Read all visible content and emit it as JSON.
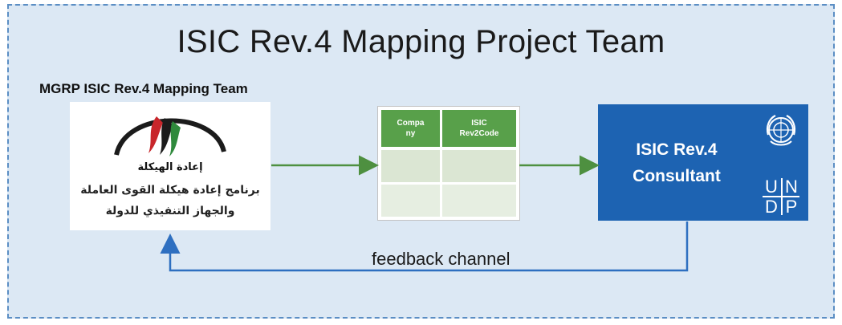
{
  "title": "ISIC Rev.4 Mapping Project Team",
  "team_label": "MGRP ISIC Rev.4 Mapping Team",
  "logo": {
    "icon": "mgrp-logo",
    "brand_text": "إعادة الهيكلة",
    "line1": "برنامج إعادة هيكلة القوى العاملة",
    "line2": "والجهاز التنفيذي للدولة"
  },
  "table": {
    "col1": "Compa\nny",
    "col2": "ISIC\nRev2Code"
  },
  "consultant": {
    "line1": "ISIC Rev.4",
    "line2": "Consultant",
    "logo_icon": "undp-logo",
    "undp_letters": [
      "U",
      "N",
      "D",
      "P"
    ]
  },
  "feedback_label": "feedback channel",
  "colors": {
    "background": "#dce8f4",
    "border": "#5b8ec4",
    "green_arrow": "#4e9040",
    "table_header": "#58a04a",
    "consultant_box": "#1d63b2",
    "feedback_line": "#2e6fc0"
  }
}
